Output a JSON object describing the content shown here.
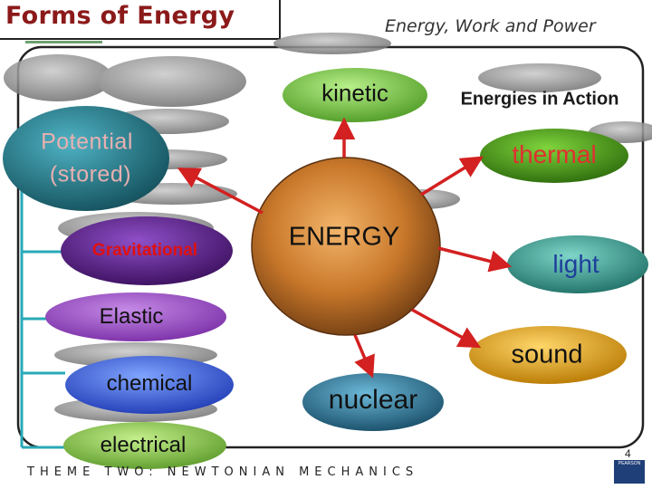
{
  "header": {
    "title": "Forms of Energy",
    "subtitle": "Energy, Work  and Power"
  },
  "diagram": {
    "center": "ENERGY",
    "kinetic": "kinetic",
    "energies_in_action": "Energies in Action",
    "potential": [
      "Potential",
      "(stored)"
    ],
    "potential_forms": [
      "Gravitational",
      "Elastic",
      "chemical",
      "electrical"
    ],
    "kinetic_forms": [
      "thermal",
      "light",
      "sound"
    ],
    "nuclear": "nuclear"
  },
  "footer": {
    "theme": "THEME TWO: NEWTONIAN MECHANICS",
    "page_number": "4"
  },
  "logo": {
    "text": "PEARSON"
  },
  "colors": {
    "title": "#8b1a1a",
    "energy_core": "#c9782a",
    "kinetic_fill": "#7ac74f",
    "potential_fill": "#2a7e8e",
    "gravitational_fill": "#6b2b9a",
    "elastic_fill": "#8c3db4",
    "chemical_fill": "#3a5bd6",
    "electrical_fill": "#7ab84a",
    "thermal_fill": "#4f9a1f",
    "light_fill": "#3c8f86",
    "sound_fill": "#e0a21c",
    "nuclear_fill": "#2e6f8f",
    "arrow": "#d32020"
  }
}
